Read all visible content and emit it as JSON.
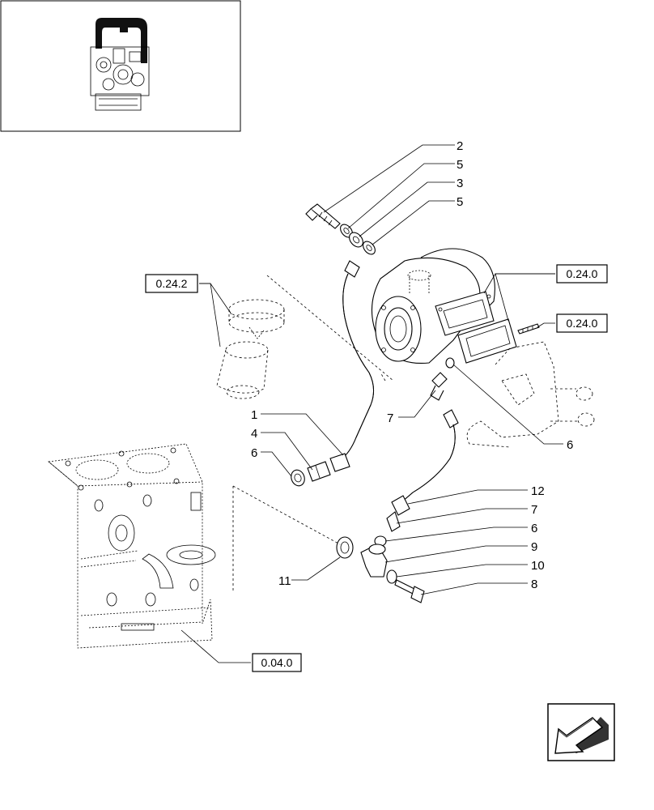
{
  "callouts": [
    {
      "id": "c-2-top",
      "label": "2"
    },
    {
      "id": "c-5-top",
      "label": "5"
    },
    {
      "id": "c-3",
      "label": "3"
    },
    {
      "id": "c-5-b",
      "label": "5"
    },
    {
      "id": "c-1",
      "label": "1"
    },
    {
      "id": "c-4",
      "label": "4"
    },
    {
      "id": "c-6-left",
      "label": "6"
    },
    {
      "id": "c-7-mid",
      "label": "7"
    },
    {
      "id": "c-6-right",
      "label": "6"
    },
    {
      "id": "c-12",
      "label": "12"
    },
    {
      "id": "c-7-low",
      "label": "7"
    },
    {
      "id": "c-6-low",
      "label": "6"
    },
    {
      "id": "c-9",
      "label": "9"
    },
    {
      "id": "c-10",
      "label": "10"
    },
    {
      "id": "c-8",
      "label": "8"
    },
    {
      "id": "c-11",
      "label": "11"
    }
  ],
  "references": [
    {
      "id": "ref-0242",
      "label": "0.24.2"
    },
    {
      "id": "ref-0240-a",
      "label": "0.24.0"
    },
    {
      "id": "ref-0240-b",
      "label": "0.24.0"
    },
    {
      "id": "ref-0040",
      "label": "0.04.0"
    }
  ],
  "icons": {
    "thumbnail": "engine-thumbnail-icon",
    "nav": "back-arrow-icon"
  }
}
